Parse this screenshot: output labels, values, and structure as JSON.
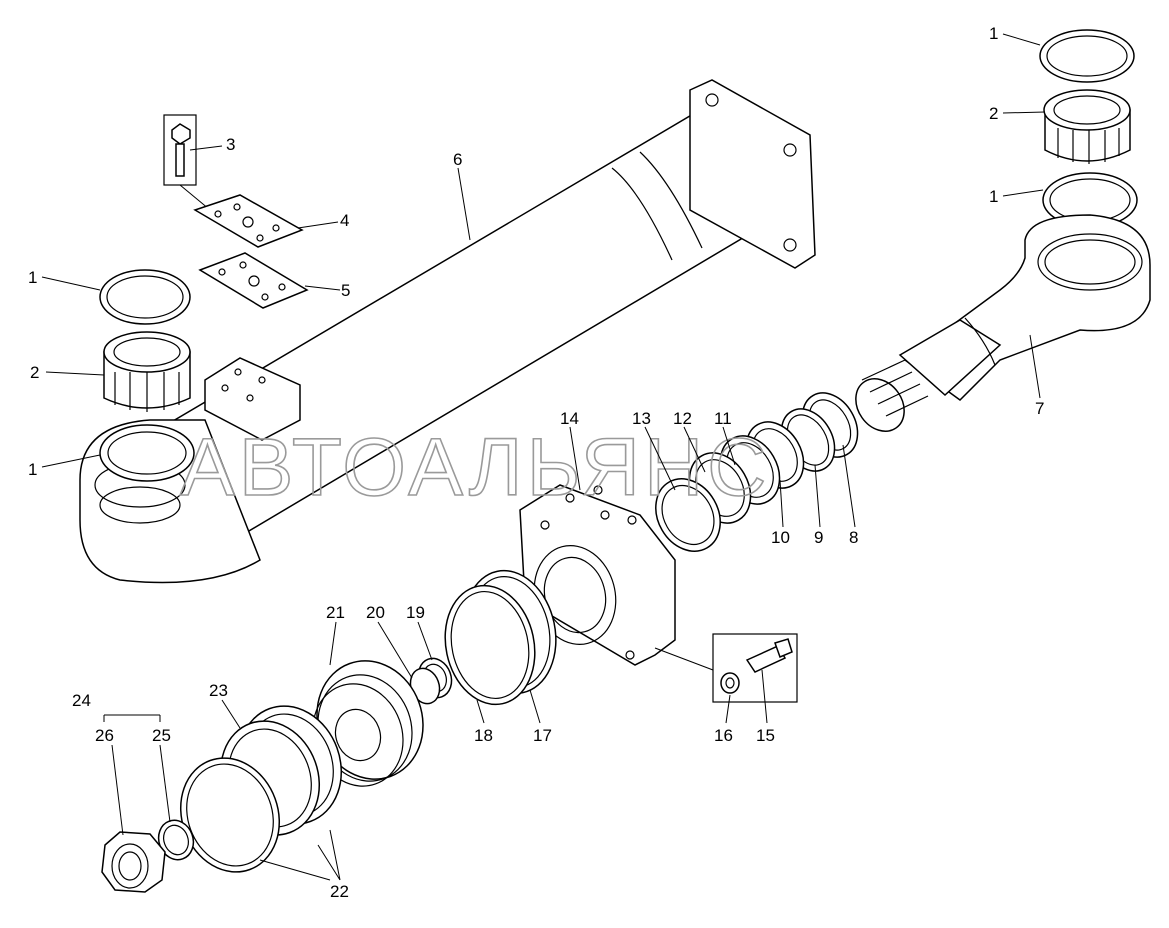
{
  "watermark": "АВТОАЛЬЯНС",
  "callouts": {
    "c1a": "1",
    "c1b": "1",
    "c1c": "1",
    "c1d": "1",
    "c2a": "2",
    "c2b": "2",
    "c3": "3",
    "c4": "4",
    "c5": "5",
    "c6": "6",
    "c7": "7",
    "c8": "8",
    "c9": "9",
    "c10": "10",
    "c11": "11",
    "c12": "12",
    "c13": "13",
    "c14": "14",
    "c15": "15",
    "c16": "16",
    "c17": "17",
    "c18": "18",
    "c19": "19",
    "c20": "20",
    "c21": "21",
    "c22": "22",
    "c23": "23",
    "c24": "24",
    "c25": "25",
    "c26": "26"
  }
}
